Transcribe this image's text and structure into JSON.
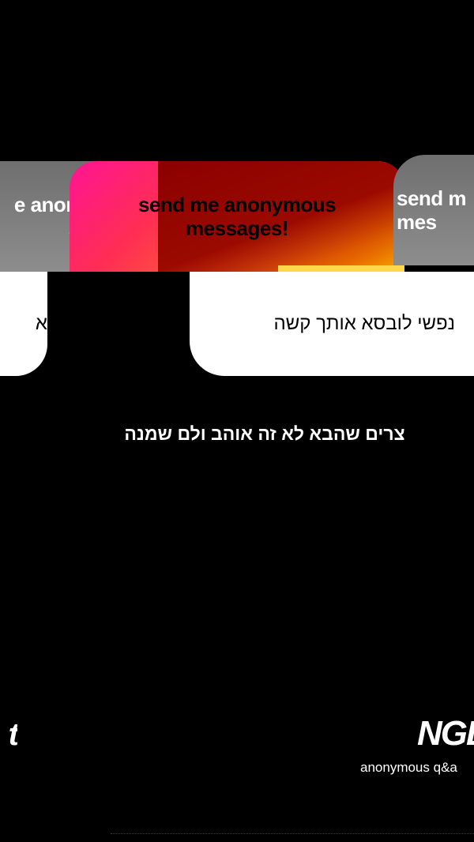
{
  "cards": {
    "left": {
      "header": "e anonymous\nssages!",
      "body": "א"
    },
    "center": {
      "header": "send me anonymous messages!",
      "body": "נפשי לובסא אותך קשה",
      "colors": {
        "gradient_start": "#ff1493",
        "gradient_end": "#ffb300",
        "overlay": "#8b0000",
        "accent": "#ffd84a"
      }
    },
    "right": {
      "header": "send m\nmes"
    }
  },
  "reply": {
    "text": "צרים שהבא לא זה אוהב ולם שמנה"
  },
  "brand": {
    "left_logo": "t",
    "left_sub": "",
    "right_logo": "NGL",
    "right_sub": "anonymous q&a"
  }
}
